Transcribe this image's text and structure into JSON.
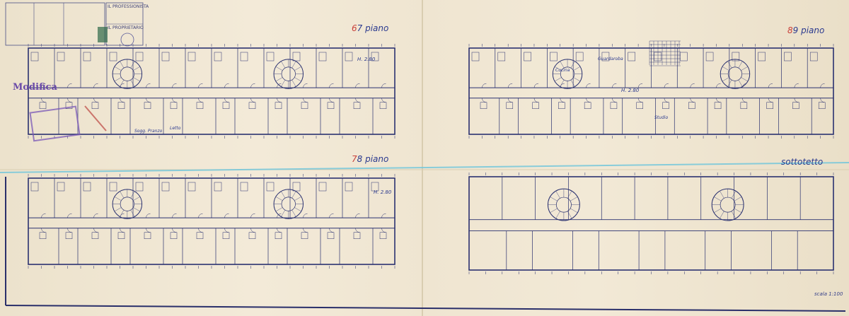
{
  "sheet": {
    "titles": {
      "plan_a": "7 piano",
      "plan_a_prefix": "6",
      "plan_b": "9 piano",
      "plan_b_prefix": "8",
      "plan_c": "8 piano",
      "plan_c_prefix": "7",
      "plan_d": "sottotetto"
    },
    "scale": "scala 1:100",
    "stamp": {
      "modifica": "Modifica",
      "profession_label": "IL PROFESSIONISTA",
      "owner_label": "IL PROPRIETARIO"
    },
    "height_notes": [
      "H. 2.80",
      "H. 2.80",
      "H. 2.80"
    ],
    "room_labels": [
      "Sogg. Pranzo",
      "Letto",
      "Cucina",
      "Guardaroba",
      "Studio"
    ]
  }
}
